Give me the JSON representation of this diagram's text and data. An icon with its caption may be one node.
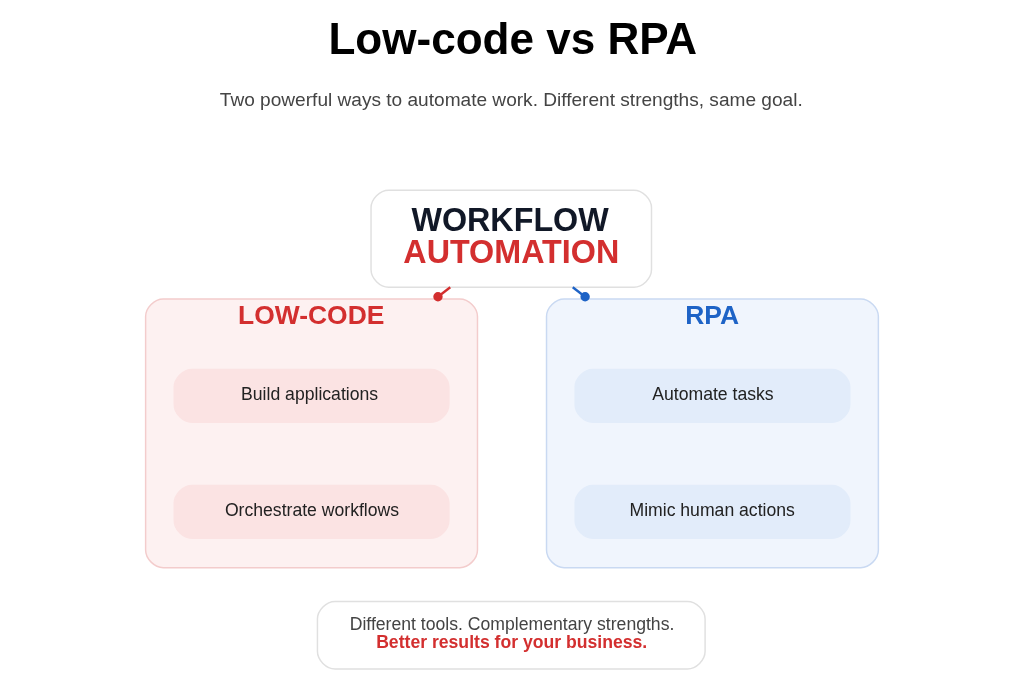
{
  "diagram": {
    "title": "Low-code vs RPA",
    "nodes": [
      {
        "text": [
          "WORKFLOW",
          "AUTOMATION"
        ]
      },
      {
        "text": [
          "LOW-CODE"
        ]
      },
      {
        "text": [
          "Build applications"
        ],
        "in": 1
      },
      {
        "text": [
          "Orchestrate workflows"
        ],
        "in": 1
      },
      {
        "text": [
          "RPA"
        ]
      },
      {
        "text": [
          "Automate tasks"
        ],
        "in": 4
      },
      {
        "text": [
          "Mimic human actions"
        ],
        "in": 4
      },
      {
        "text": [
          "Different tools. Complementary strengths.",
          "Better results for your business."
        ]
      }
    ],
    "edges": [
      {
        "from": 0,
        "to": 1,
        "arrow": "other",
        "color": "#d32f2f"
      },
      {
        "from": 0,
        "to": 4,
        "arrow": "other",
        "color": "#1e63c6"
      }
    ],
    "labels": [
      "Two powerful ways to automate work. Different strengths, same goal."
    ]
  }
}
